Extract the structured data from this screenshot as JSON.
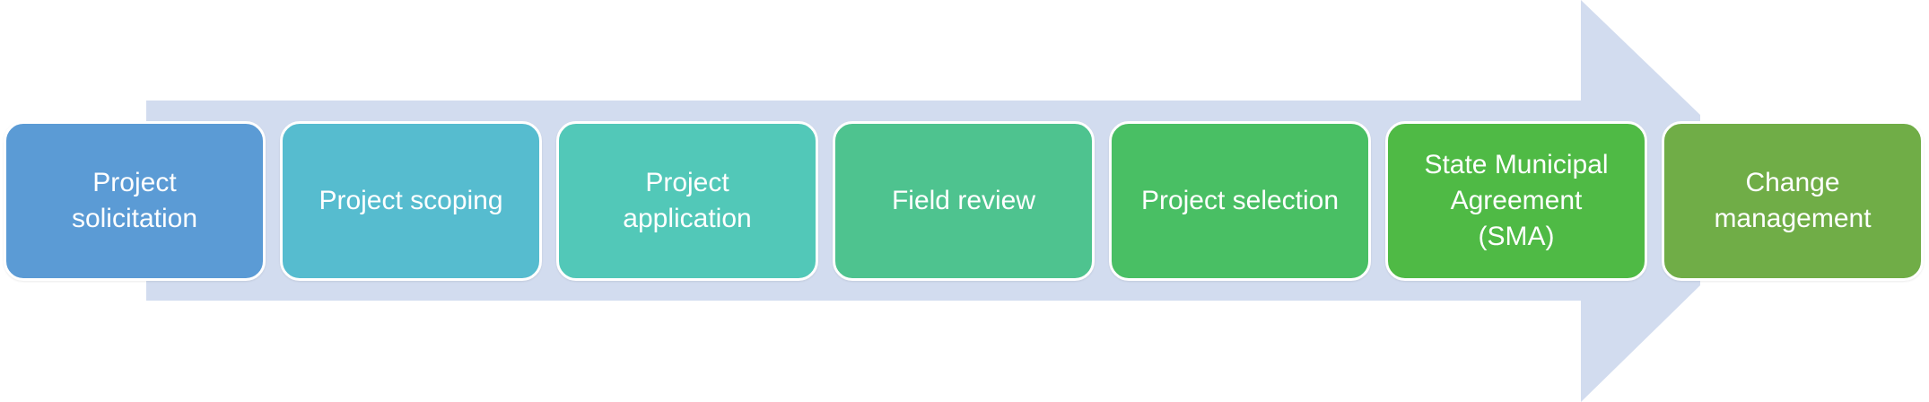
{
  "arrow": {
    "color": "#d2dcef"
  },
  "steps": [
    {
      "label": "Project\nsolicitation",
      "color": "#5b9bd5"
    },
    {
      "label": "Project scoping",
      "color": "#56bccf"
    },
    {
      "label": "Project\napplication",
      "color": "#52c8b8"
    },
    {
      "label": "Field review",
      "color": "#4ec38f"
    },
    {
      "label": "Project selection",
      "color": "#49bf64"
    },
    {
      "label": "State Municipal\nAgreement\n(SMA)",
      "color": "#4fba45"
    },
    {
      "label": "Change\nmanagement",
      "color": "#70ad47"
    }
  ]
}
